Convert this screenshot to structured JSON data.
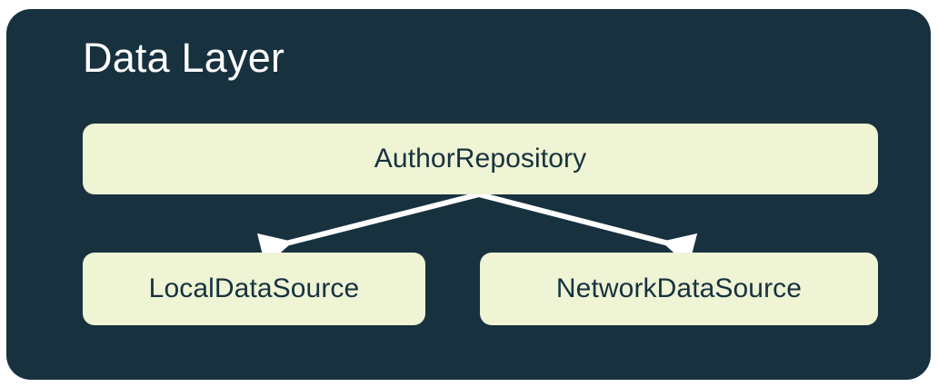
{
  "diagram": {
    "type": "architecture-layer-diagram",
    "title": "Data Layer",
    "panel_color": "#17313F",
    "node_color": "#EEF4D4",
    "node_text_color": "#17313F",
    "connector_color": "#FFFFFF",
    "title_color": "#FFFFFF",
    "page_background": "#FFFFFF",
    "nodes": [
      {
        "id": "author-repository",
        "label": "AuthorRepository",
        "row": 1
      },
      {
        "id": "local-data-source",
        "label": "LocalDataSource",
        "row": 2
      },
      {
        "id": "network-data-source",
        "label": "NetworkDataSource",
        "row": 2
      }
    ],
    "edges": [
      {
        "from": "author-repository",
        "to": "local-data-source",
        "style": "arrow"
      },
      {
        "from": "author-repository",
        "to": "network-data-source",
        "style": "arrow"
      }
    ]
  }
}
